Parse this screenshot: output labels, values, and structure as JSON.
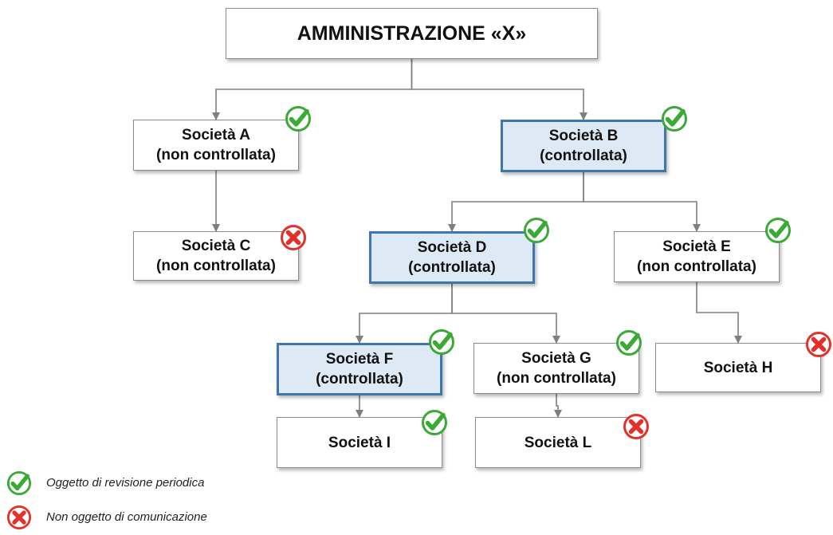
{
  "diagram": {
    "root": {
      "label": "AMMINISTRAZIONE «X»"
    },
    "nodes": [
      {
        "id": "A",
        "name": "Società A",
        "status": "(non controllata)",
        "controlled": false,
        "mark": "check"
      },
      {
        "id": "B",
        "name": "Società B",
        "status": "(controllata)",
        "controlled": true,
        "mark": "check"
      },
      {
        "id": "C",
        "name": "Società C",
        "status": "(non controllata)",
        "controlled": false,
        "mark": "cross"
      },
      {
        "id": "D",
        "name": "Società D",
        "status": "(controllata)",
        "controlled": true,
        "mark": "check"
      },
      {
        "id": "E",
        "name": "Società E",
        "status": "(non controllata)",
        "controlled": false,
        "mark": "check"
      },
      {
        "id": "F",
        "name": "Società F",
        "status": "(controllata)",
        "controlled": true,
        "mark": "check"
      },
      {
        "id": "G",
        "name": "Società G",
        "status": "(non controllata)",
        "controlled": false,
        "mark": "check"
      },
      {
        "id": "H",
        "name": "Società H",
        "controlled": false,
        "mark": "cross"
      },
      {
        "id": "I",
        "name": "Società I",
        "controlled": false,
        "mark": "check"
      },
      {
        "id": "L",
        "name": "Società L",
        "controlled": false,
        "mark": "cross"
      }
    ],
    "edges": [
      [
        "root",
        "A"
      ],
      [
        "root",
        "B"
      ],
      [
        "A",
        "C"
      ],
      [
        "B",
        "D"
      ],
      [
        "B",
        "E"
      ],
      [
        "D",
        "F"
      ],
      [
        "D",
        "G"
      ],
      [
        "E",
        "H"
      ],
      [
        "F",
        "I"
      ],
      [
        "G",
        "L"
      ]
    ]
  },
  "legend": {
    "check_label": "Oggetto di revisione periodica",
    "cross_label": "Non oggetto di comunicazione"
  },
  "colors": {
    "controlled_fill": "#dde9f5",
    "controlled_border": "#3e76ad",
    "connector": "#7f7f7f",
    "check": "#3aa935",
    "cross": "#e0322a"
  }
}
